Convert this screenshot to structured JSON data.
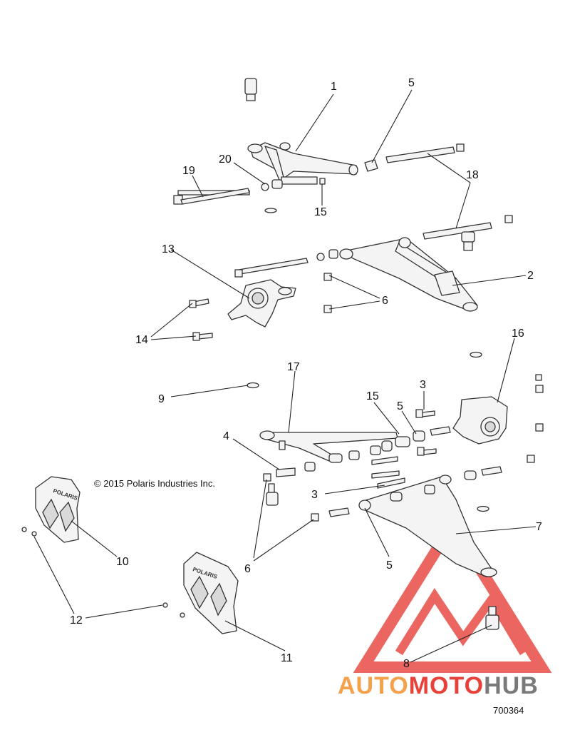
{
  "copyright": "© 2015 Polaris Industries Inc.",
  "diagram_id": "700364",
  "guard_logo_text": "POLARIS",
  "watermark": {
    "part1": "AUTO",
    "part2": "MOTO",
    "part3": "HUB",
    "color_orange": "#f5a04a",
    "color_red": "#e8413a",
    "color_gray": "#7a7a7a"
  },
  "callouts": [
    "1",
    "2",
    "3",
    "3",
    "4",
    "5",
    "5",
    "5",
    "6",
    "6",
    "6",
    "7",
    "8",
    "9",
    "10",
    "11",
    "12",
    "13",
    "14",
    "15",
    "15",
    "16",
    "17",
    "18",
    "18",
    "19",
    "20"
  ]
}
